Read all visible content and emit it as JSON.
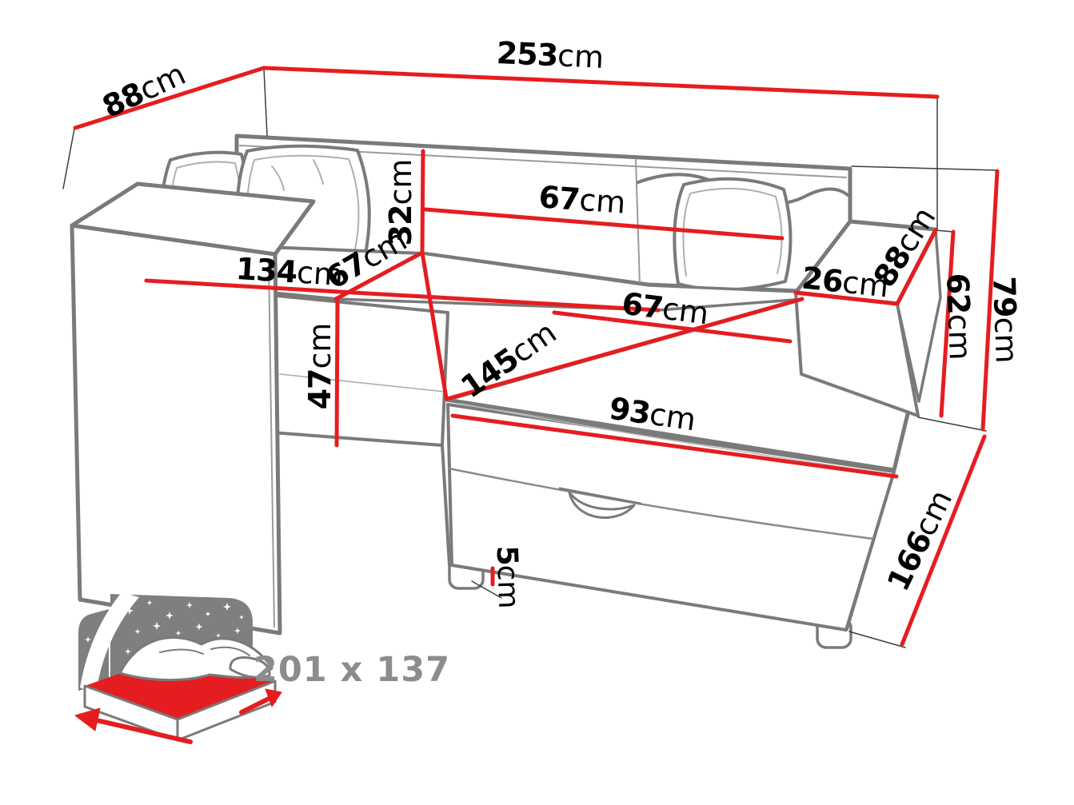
{
  "diagram": {
    "title": "Corner sofa-bed dimensions diagram",
    "accent_color": "#e51d20",
    "line_color": "#7a7a7a",
    "unit": "cm",
    "dimensions": {
      "total_width": {
        "value": "253",
        "unit": "cm"
      },
      "back_depth_left": {
        "value": "88",
        "unit": "cm"
      },
      "backrest_step_height": {
        "value": "32",
        "unit": "cm"
      },
      "backrest_width": {
        "value": "67",
        "unit": "cm"
      },
      "seat_width": {
        "value": "134",
        "unit": "cm"
      },
      "seat_depth": {
        "value": "67",
        "unit": "cm"
      },
      "armrest_width": {
        "value": "26",
        "unit": "cm"
      },
      "armrest_depth": {
        "value": "88",
        "unit": "cm"
      },
      "armrest_height": {
        "value": "62",
        "unit": "cm"
      },
      "total_height": {
        "value": "79",
        "unit": "cm"
      },
      "seat_height": {
        "value": "47",
        "unit": "cm"
      },
      "chaise_length": {
        "value": "145",
        "unit": "cm"
      },
      "chaise_width_back": {
        "value": "67",
        "unit": "cm"
      },
      "chaise_width_front": {
        "value": "93",
        "unit": "cm"
      },
      "leg_height": {
        "value": "5",
        "unit": "cm"
      },
      "side_depth_total": {
        "value": "166",
        "unit": "cm"
      }
    },
    "sleeping_area": {
      "size_label": "201 x 137"
    }
  }
}
